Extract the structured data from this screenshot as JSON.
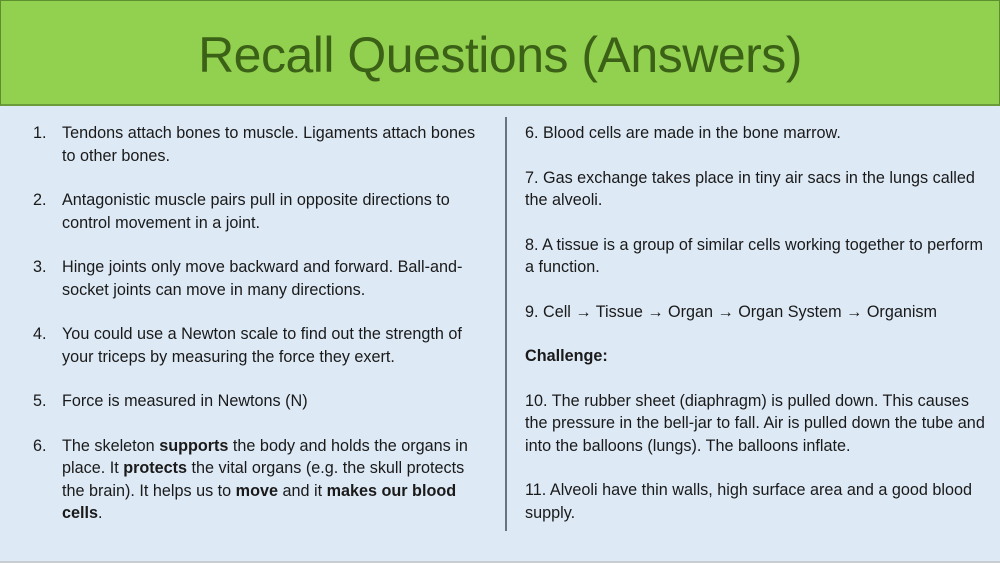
{
  "title": "Recall Questions (Answers)",
  "left_items": [
    {
      "num": "1.",
      "text": "Tendons attach bones to muscle. Ligaments attach bones to other bones."
    },
    {
      "num": "2.",
      "text": "Antagonistic muscle pairs pull in opposite directions to control movement in a joint."
    },
    {
      "num": "3.",
      "text": "Hinge joints only move backward and forward. Ball-and-socket joints can move in many directions."
    },
    {
      "num": "4.",
      "text": "You could use a Newton scale to find out the strength of your triceps by measuring the force they exert."
    },
    {
      "num": "5.",
      "text": "Force is measured in Newtons (N)"
    },
    {
      "num": "6.",
      "parts": [
        "The skeleton ",
        "supports",
        " the body and holds the organs in place. It ",
        "protects",
        " the vital organs (e.g. the skull protects the brain). It helps us to ",
        "move",
        " and it ",
        "makes our blood cells",
        "."
      ]
    }
  ],
  "right_items": [
    "6. Blood cells are made in the bone marrow.",
    "7. Gas exchange takes place in tiny air sacs in the lungs called the alveoli.",
    "8. A tissue is a group of similar cells working together to perform a function.",
    "9. Cell → Tissue → Organ → Organ System → Organism"
  ],
  "challenge_label": "Challenge:",
  "challenge_items": [
    "10. The rubber sheet (diaphragm) is pulled down. This causes the pressure in the bell-jar to fall. Air is pulled down the tube and into the balloons (lungs). The balloons inflate.",
    "11. Alveoli have thin walls, high surface area and a good blood supply."
  ],
  "colors": {
    "header_bg": "#92d050",
    "title": "#3b6116",
    "body_bg": "#dde9f5"
  }
}
